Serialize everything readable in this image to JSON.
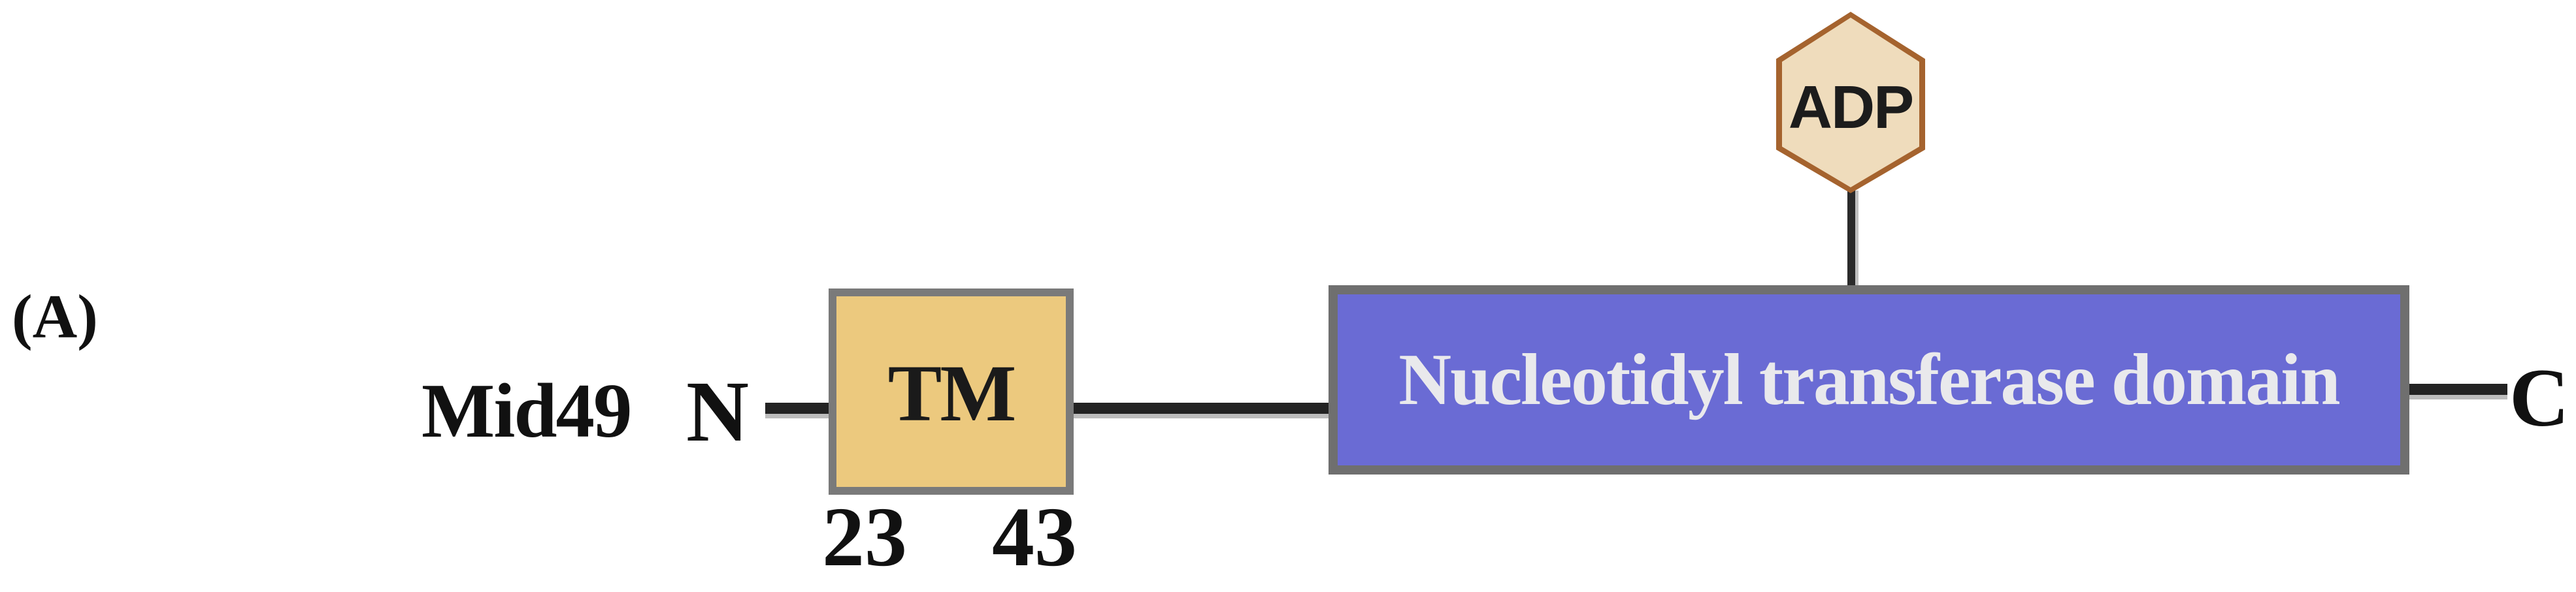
{
  "figure": {
    "panel_label": "(A)",
    "protein": {
      "name": "Mid49",
      "n_terminus": "N",
      "c_terminus": "C"
    },
    "tm_domain": {
      "label": "TM",
      "start": "23",
      "end": "43"
    },
    "main_domain": {
      "label": "Nucleotidyl transferase domain"
    },
    "ligand": {
      "label": "ADP"
    },
    "colors": {
      "tm_fill": "#ecc97e",
      "tm_border": "#7a7a7a",
      "main_fill": "#6a6bd4",
      "main_border": "#6f6f6f",
      "main_text": "#e9e9ec",
      "ligand_fill": "#efdcbc",
      "ligand_border": "#a5632e",
      "backbone": "#232323",
      "backbone_shadow": "#bdbdbd"
    }
  }
}
